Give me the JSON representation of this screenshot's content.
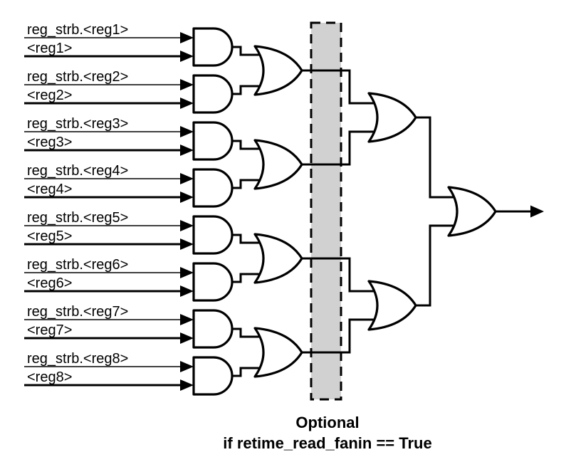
{
  "page": {
    "background": "#ffffff"
  },
  "colors": {
    "line": "#000000",
    "text": "#000000",
    "gate_fill": "#ffffff",
    "gate_stroke": "#000000",
    "band_fill": "#d1d1d1",
    "band_stroke": "#000000"
  },
  "inputs": [
    {
      "strobe_label": "reg_strb.<reg1>",
      "value_label": "<reg1>"
    },
    {
      "strobe_label": "reg_strb.<reg2>",
      "value_label": "<reg2>"
    },
    {
      "strobe_label": "reg_strb.<reg3>",
      "value_label": "<reg3>"
    },
    {
      "strobe_label": "reg_strb.<reg4>",
      "value_label": "<reg4>"
    },
    {
      "strobe_label": "reg_strb.<reg5>",
      "value_label": "<reg5>"
    },
    {
      "strobe_label": "reg_strb.<reg6>",
      "value_label": "<reg6>"
    },
    {
      "strobe_label": "reg_strb.<reg7>",
      "value_label": "<reg7>"
    },
    {
      "strobe_label": "reg_strb.<reg8>",
      "value_label": "<reg8>"
    }
  ],
  "logic": {
    "and_gate_count": 8,
    "or_level1_count": 4,
    "or_level2_count": 2,
    "or_final_count": 1,
    "has_output_arrow": true
  },
  "optional_region": {
    "caption_line1": "Optional",
    "caption_line2": "if retime_read_fanin == True"
  }
}
